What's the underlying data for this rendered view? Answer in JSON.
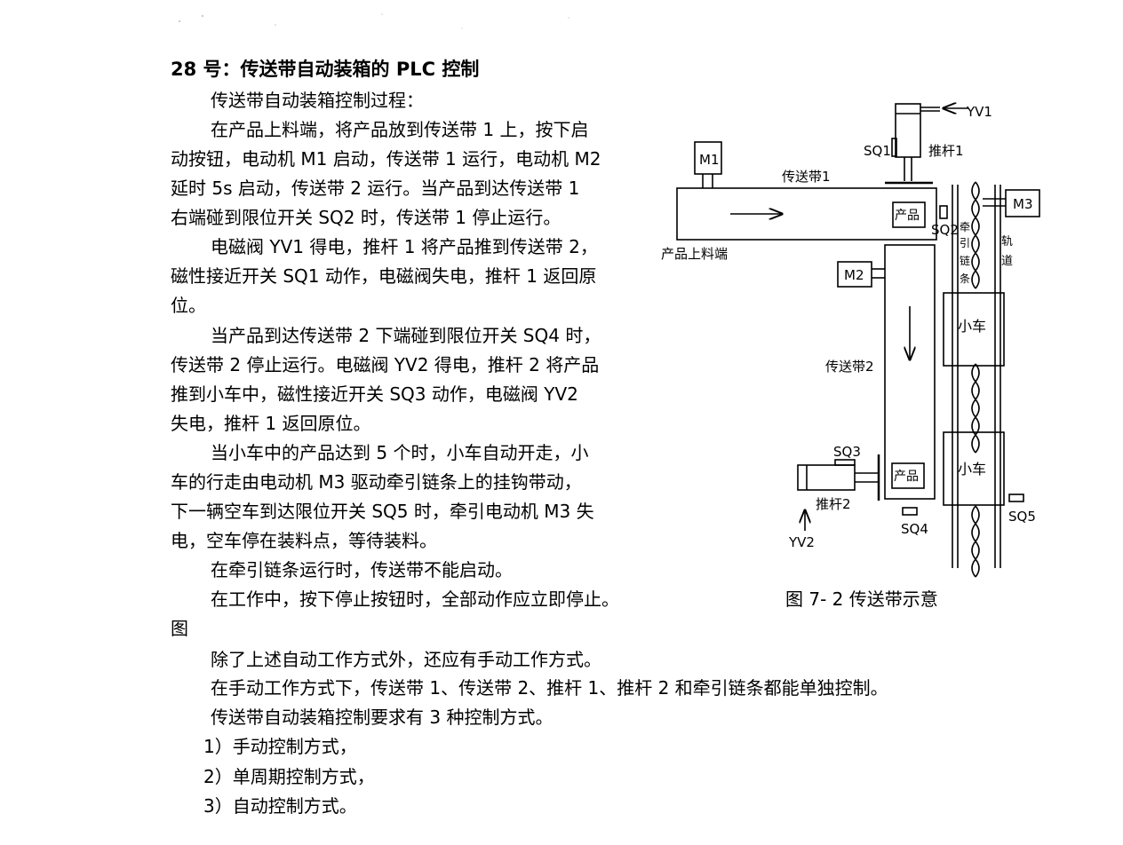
{
  "document": {
    "title": "28 号：传送带自动装箱的 PLC 控制",
    "lines": [
      "传送带自动装箱控制过程：",
      "在产品上料端，将产品放到传送带 1 上，按下启",
      "动按钮，电动机 M1 启动，传送带 1 运行，电动机 M2",
      "延时 5s 启动，传送带 2 运行。当产品到达传送带 1",
      "右端碰到限位开关 SQ2 时，传送带 1 停止运行。",
      "电磁阀 YV1 得电，推杆 1 将产品推到传送带 2，",
      "磁性接近开关 SQ1 动作，电磁阀失电，推杆 1 返回原",
      "位。",
      "当产品到达传送带 2 下端碰到限位开关 SQ4 时，",
      "传送带 2 停止运行。电磁阀 YV2 得电，推杆 2 将产品",
      "推到小车中，磁性接近开关 SQ3 动作，电磁阀 YV2",
      "失电，推杆 1 返回原位。",
      "当小车中的产品达到 5 个时，小车自动开走，小",
      "车的行走由电动机 M3 驱动牵引链条上的挂钩带动，",
      "下一辆空车到达限位开关 SQ5 时，牵引电动机 M3 失",
      "电，空车停在装料点，等待装料。",
      "在牵引链条运行时，传送带不能启动。",
      "在工作中，按下停止按钮时，全部动作应立即停止。",
      "图",
      "除了上述自动工作方式外，还应有手动工作方式。",
      "在手动工作方式下，传送带 1、传送带 2、推杆 1、推杆 2 和牵引链条都能单独控制。",
      "传送带自动装箱控制要求有 3 种控制方式。",
      "1）手动控制方式，",
      "2）单周期控制方式，",
      "3）自动控制方式。"
    ]
  },
  "figure": {
    "caption": "图 7- 2 传送带示意",
    "labels": {
      "yv1": "YV1",
      "sq1": "SQ1",
      "pusher1": "推杆1",
      "m1": "M1",
      "belt1": "传送带1",
      "product1": "产品",
      "sq2": "SQ2",
      "m3": "M3",
      "loading_end": "产品上料端",
      "m2": "M2",
      "chain": [
        "牵",
        "引",
        "链",
        "条"
      ],
      "track": [
        "轨",
        "道"
      ],
      "cart1": "小车",
      "belt2": "传送带2",
      "sq3": "SQ3",
      "product2": "产品",
      "cart2": "小车",
      "pusher2": "推杆2",
      "sq5": "SQ5",
      "sq4": "SQ4",
      "yv2": "YV2"
    }
  }
}
